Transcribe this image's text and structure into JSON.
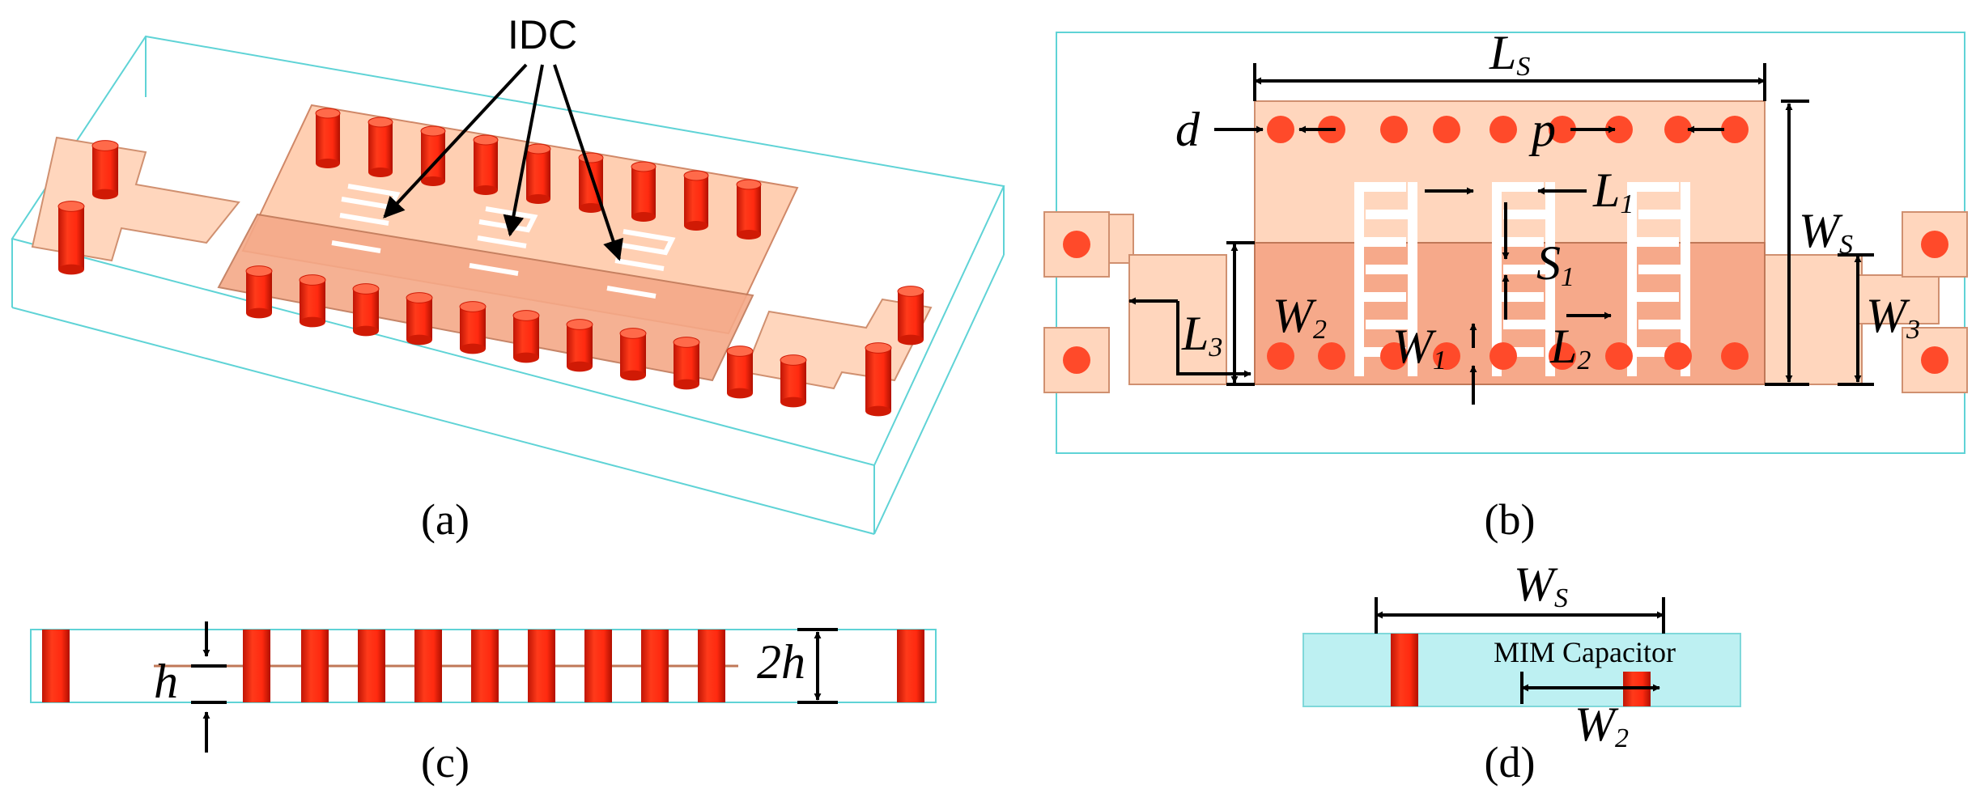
{
  "colors": {
    "substrate_outline": "#5fd3d6",
    "substrate_fill": "#bdf0f2",
    "metal": "#ffd0b0",
    "metal_dark": "#f7a98a",
    "metal_edge": "#c87a5a",
    "via": "#ff2a10",
    "via_dark": "#d01a05",
    "via_top": "#ff6a4a"
  },
  "panel_a": {
    "caption": "(a)",
    "callout": "IDC"
  },
  "panel_b": {
    "caption": "(b)",
    "labels": {
      "Ls": {
        "main": "L",
        "sub": "S"
      },
      "Ws": {
        "main": "W",
        "sub": "S"
      },
      "d": {
        "main": "d",
        "sub": ""
      },
      "p": {
        "main": "p",
        "sub": ""
      },
      "L1": {
        "main": "L",
        "sub": "1"
      },
      "S1": {
        "main": "S",
        "sub": "1"
      },
      "W2": {
        "main": "W",
        "sub": "2"
      },
      "L3": {
        "main": "L",
        "sub": "3"
      },
      "W1": {
        "main": "W",
        "sub": "1"
      },
      "L2": {
        "main": "L",
        "sub": "2"
      },
      "W3": {
        "main": "W",
        "sub": "3"
      }
    }
  },
  "panel_c": {
    "caption": "(c)",
    "labels": {
      "h": "h",
      "h2": "2h"
    }
  },
  "panel_d": {
    "caption": "(d)",
    "mim_label": "MIM Capacitor",
    "labels": {
      "Ws": {
        "main": "W",
        "sub": "S"
      },
      "W2": {
        "main": "W",
        "sub": "2"
      }
    }
  }
}
